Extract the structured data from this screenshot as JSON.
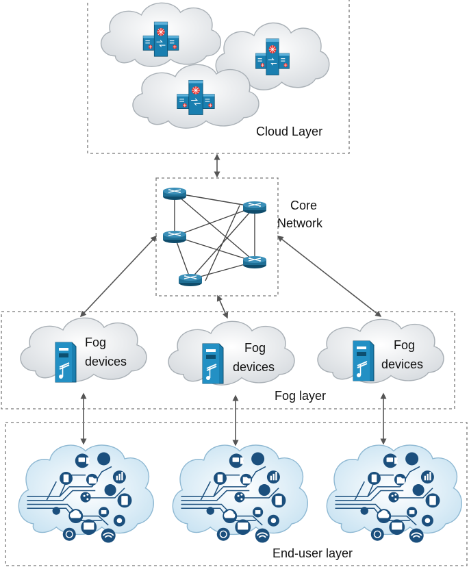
{
  "labels": {
    "cloud_layer": "Cloud Layer",
    "core_network_line1": "Core",
    "core_network_line2": "Network",
    "fog_layer": "Fog layer",
    "fog_devices_line1": "Fog",
    "fog_devices_line2": "devices",
    "end_user_layer": "End-user layer"
  },
  "colors": {
    "router": "#1f6f95",
    "server": "#1a7fb0",
    "cloud_fill": "#eceef0",
    "device_icon": "#1b4f7d",
    "dashed_border": "#777777",
    "arrow": "#555555"
  }
}
